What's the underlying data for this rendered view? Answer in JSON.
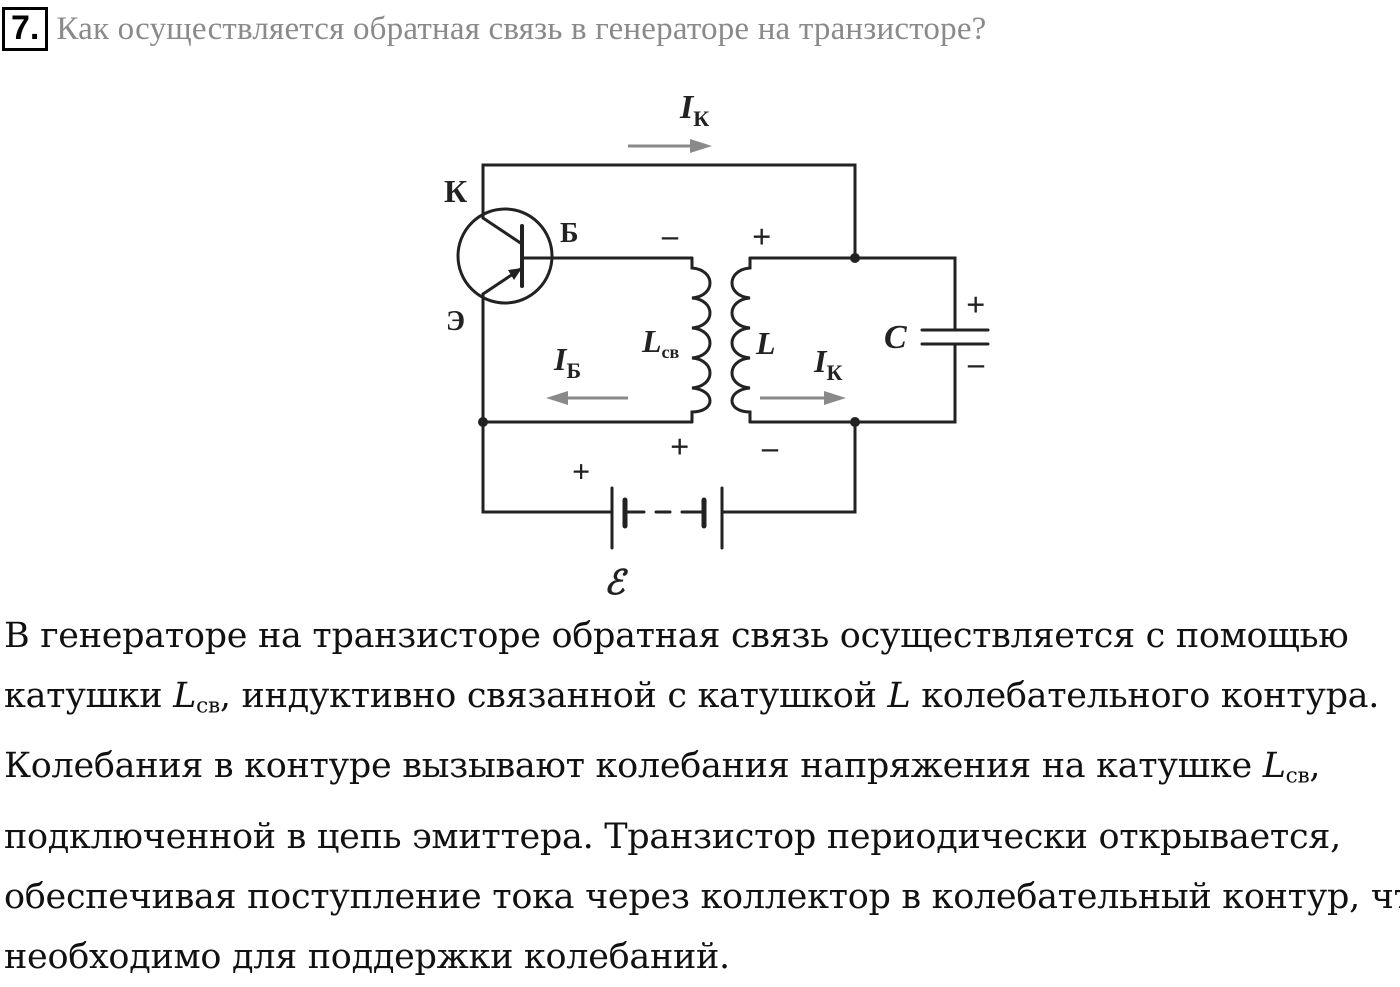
{
  "question": {
    "number": "7.",
    "text": "Как осуществляется обратная связь в генераторе на транзисторе?"
  },
  "diagram": {
    "labels": {
      "collector": "К",
      "base": "Б",
      "emitter": "Э",
      "current_collector_top": "I",
      "current_collector_top_sub": "К",
      "current_base": "I",
      "current_base_sub": "Б",
      "current_collector_loop": "I",
      "current_collector_loop_sub": "К",
      "coil_feedback": "L",
      "coil_feedback_sub": "св",
      "coil_main": "L",
      "capacitor": "C",
      "emf": "ℰ",
      "minus_base_coil": "–",
      "plus_main_coil_top": "+",
      "plus_cap": "+",
      "minus_cap": "–",
      "plus_bottom_left": "+",
      "minus_bottom_right": "–",
      "plus_battery": "+"
    }
  },
  "answer": {
    "line1": "В генераторе на транзисторе обратная связь осуществляется с помощью",
    "line2_a": "катушки ",
    "line2_L": "L",
    "line2_sub": "св",
    "line2_b": ", индуктивно связанной с катушкой ",
    "line2_L2": "L",
    "line2_c": " колебательного контура.",
    "line3_a": "Колебания в контуре вызывают колебания напряжения на катушке ",
    "line3_L": "L",
    "line3_sub": "св",
    "line3_b": ",",
    "line4": "подключенной в цепь эмиттера. Транзистор периодически открывается,",
    "line5": "обеспечивая поступление тока через коллектор в колебательный контур, что",
    "line6": "необходимо для поддержки колебаний."
  }
}
